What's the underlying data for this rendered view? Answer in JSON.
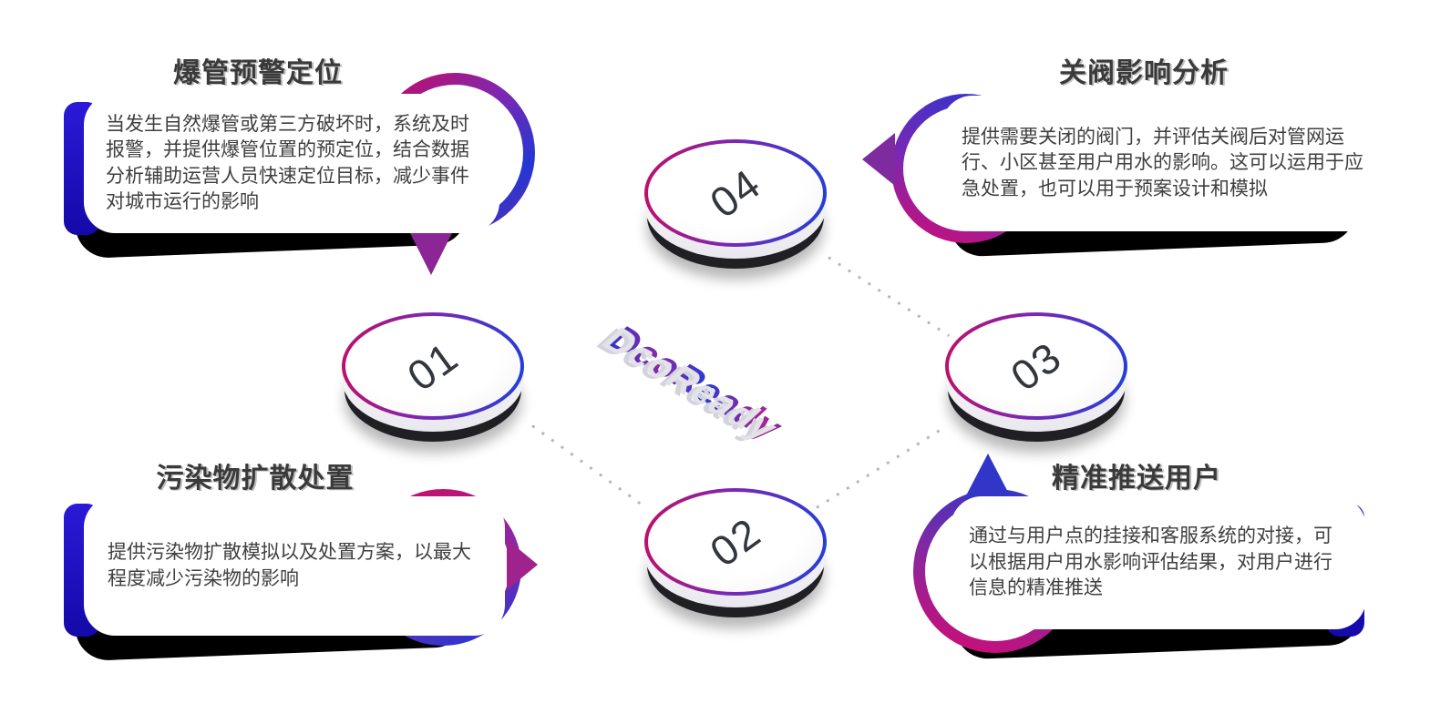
{
  "meta": {
    "type": "infographic",
    "language": "zh-CN",
    "background": "#ffffff"
  },
  "logo": {
    "text": "DcoReady"
  },
  "steps": [
    {
      "number": "01"
    },
    {
      "number": "02"
    },
    {
      "number": "03"
    },
    {
      "number": "04"
    }
  ],
  "callouts": [
    {
      "id": "burst-pipe-warning",
      "title": "爆管预警定位",
      "body": "当发生自然爆管或第三方破坏时，系统及时报警，并提供爆管位置的预定位，结合数据分析辅助运营人员快速定位目标，减少事件对城市运行的影响"
    },
    {
      "id": "valve-impact-analysis",
      "title": "关阀影响分析",
      "body": "提供需要关闭的阀门，并评估关阀后对管网运行、小区甚至用户用水的影响。这可以运用于应急处置，也可以用于预案设计和模拟"
    },
    {
      "id": "pollutant-diffusion",
      "title": "污染物扩散处置",
      "body": "提供污染物扩散模拟以及处置方案，以最大程度减少污染物的影响"
    },
    {
      "id": "precise-user-push",
      "title": "精准推送用户",
      "body": "通过与用户点的挂接和客服系统的对接，可以根据用户用水影响评估结果，对用户进行信息的精准推送"
    }
  ],
  "colors": {
    "accent_blue_bar": "#1d13c9",
    "gradient_magenta": "#c4106a",
    "gradient_purple": "#7a28b4",
    "gradient_blue": "#2336d4",
    "disk_base": "#202024",
    "number_text": "#33373c",
    "body_text": "#3f3f3f",
    "title_text": "#3a3a3a",
    "connector_dot": "#b8b8b8",
    "shadow": "#000000"
  }
}
